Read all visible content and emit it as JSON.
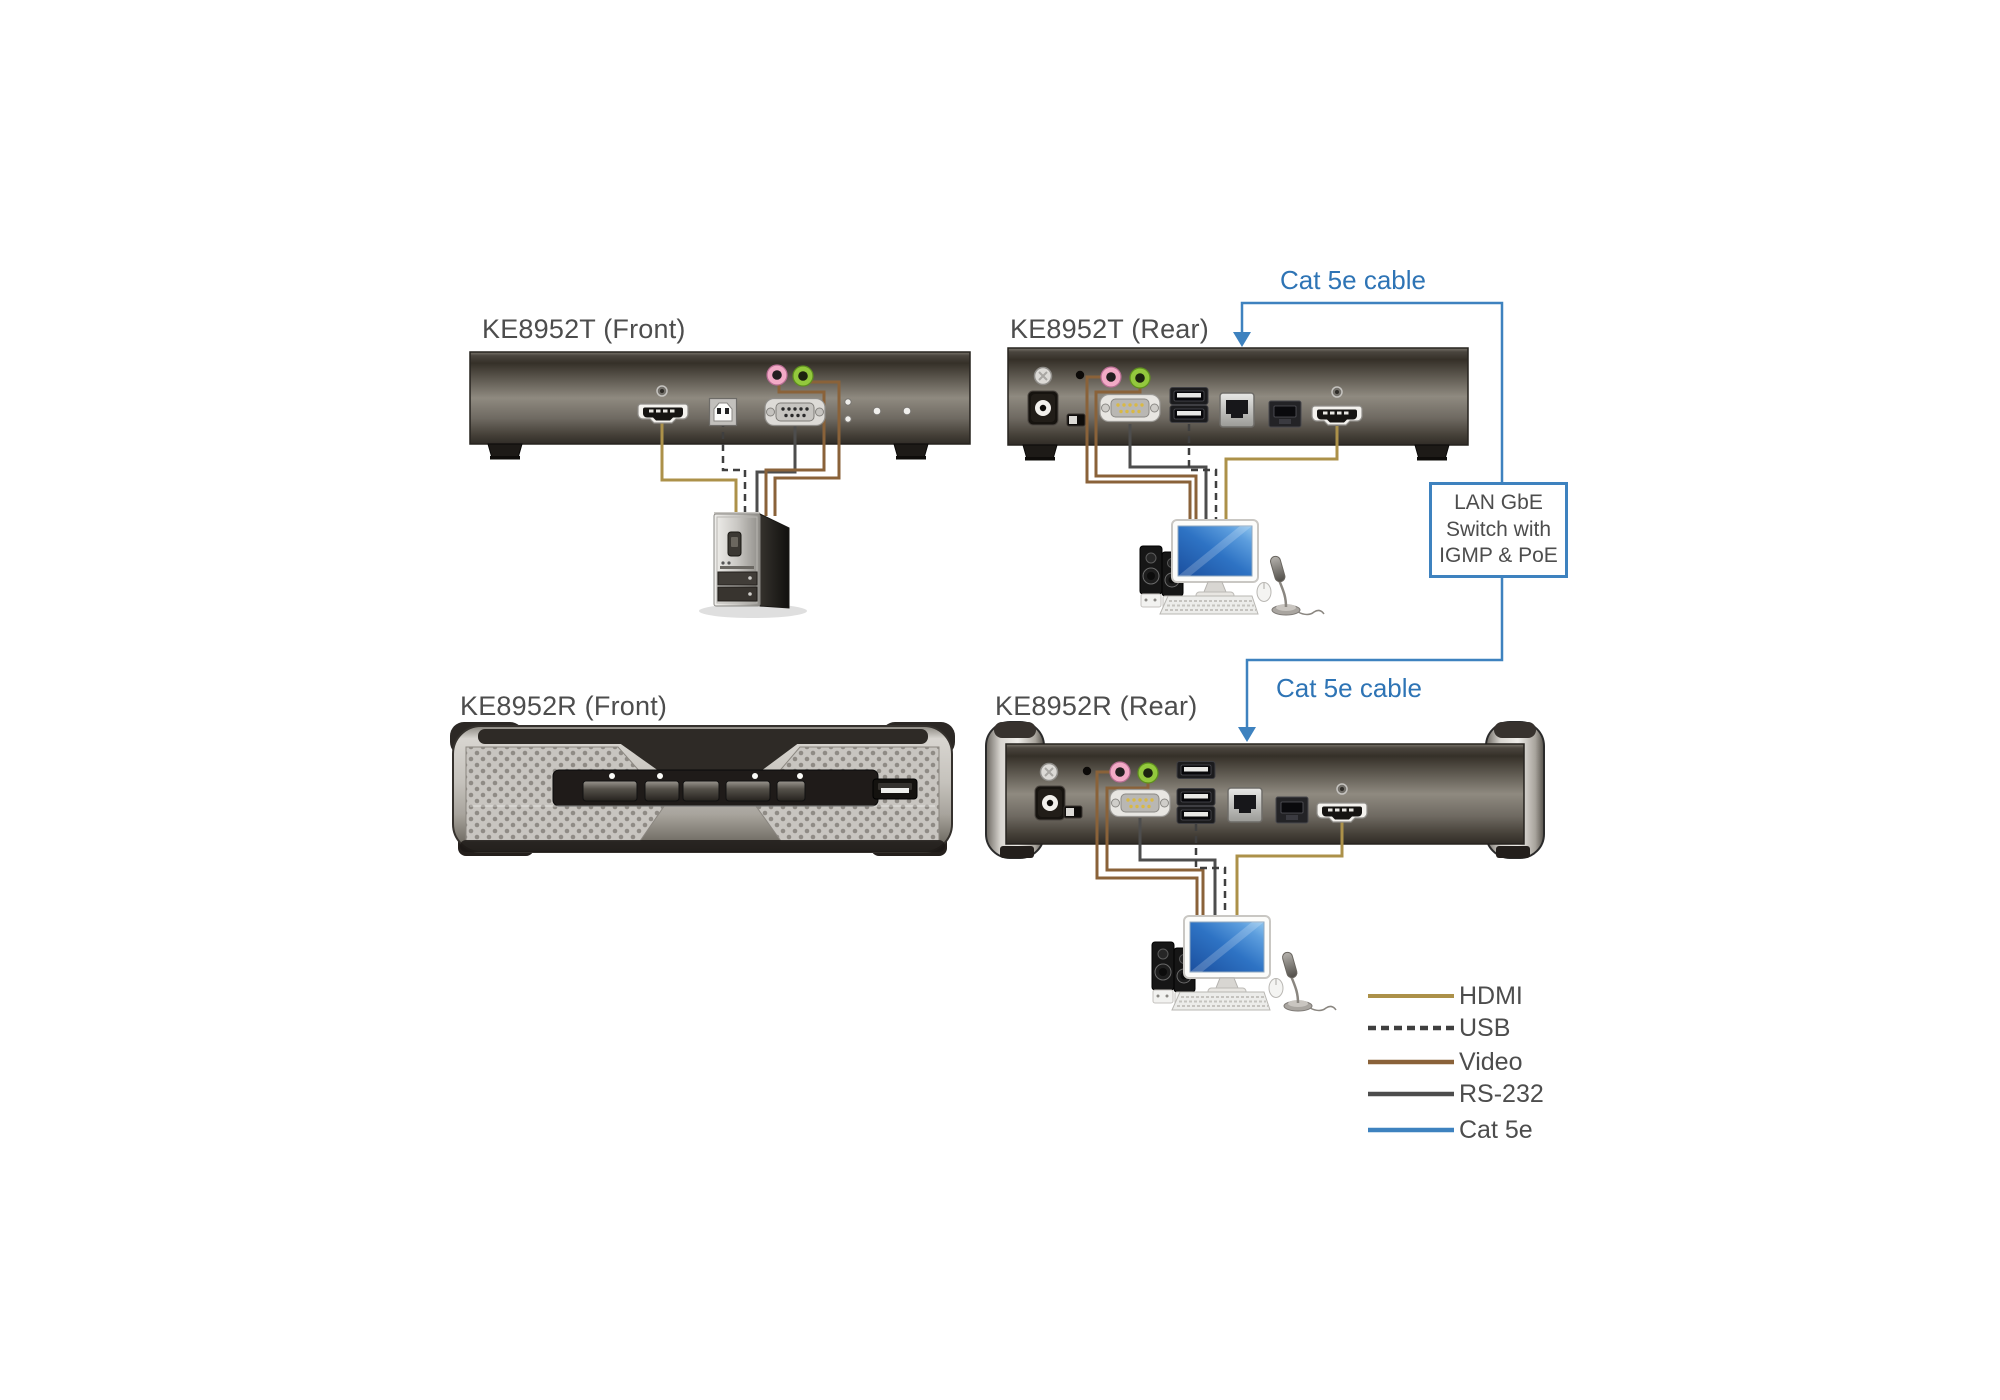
{
  "devices": [
    {
      "id": "ke8952t-front",
      "label": "KE8952T (Front)"
    },
    {
      "id": "ke8952t-rear",
      "label": "KE8952T (Rear)"
    },
    {
      "id": "ke8952r-front",
      "label": "KE8952R (Front)"
    },
    {
      "id": "ke8952r-rear",
      "label": "KE8952R (Rear)"
    }
  ],
  "connections": {
    "cat5e_top_label": "Cat 5e cable",
    "cat5e_bottom_label": "Cat 5e cable",
    "switch_box_label": "LAN GbE\nSwitch with\nIGMP & PoE"
  },
  "legend": {
    "items": [
      {
        "label": "HDMI",
        "color": "#ac9149",
        "style": "solid"
      },
      {
        "label": "USB",
        "color": "#3f3f3f",
        "style": "dashed"
      },
      {
        "label": "Video",
        "color": "#8a6239",
        "style": "solid"
      },
      {
        "label": "RS-232",
        "color": "#4d4d4d",
        "style": "solid"
      },
      {
        "label": "Cat 5e",
        "color": "#3e82bf",
        "style": "solid"
      }
    ]
  },
  "colors": {
    "hdmi_cable": "#ac9149",
    "usb_cable": "#3f3f3f",
    "video_cable": "#8a6239",
    "rs232_cable": "#4d4d4d",
    "cat5e_cable": "#3e82bf",
    "label_blue": "#2e74b5",
    "title_gray": "#4d4d4d",
    "switch_box_border": "#3e82bf"
  }
}
